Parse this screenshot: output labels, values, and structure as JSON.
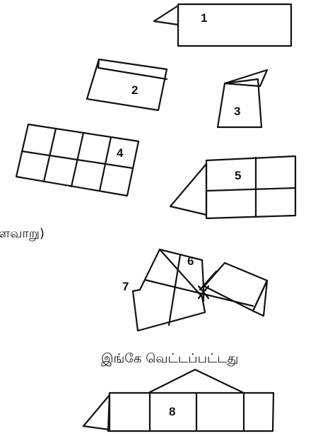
{
  "steps": {
    "s1": "1",
    "s2": "2",
    "s3": "3",
    "s4": "4",
    "s5": "5",
    "s6": "6",
    "s7": "7",
    "s8": "8"
  },
  "captions": {
    "left_fragment": "ளவாறு)",
    "cut_here": "இங்கே  வெட்டப்பட்டது"
  }
}
